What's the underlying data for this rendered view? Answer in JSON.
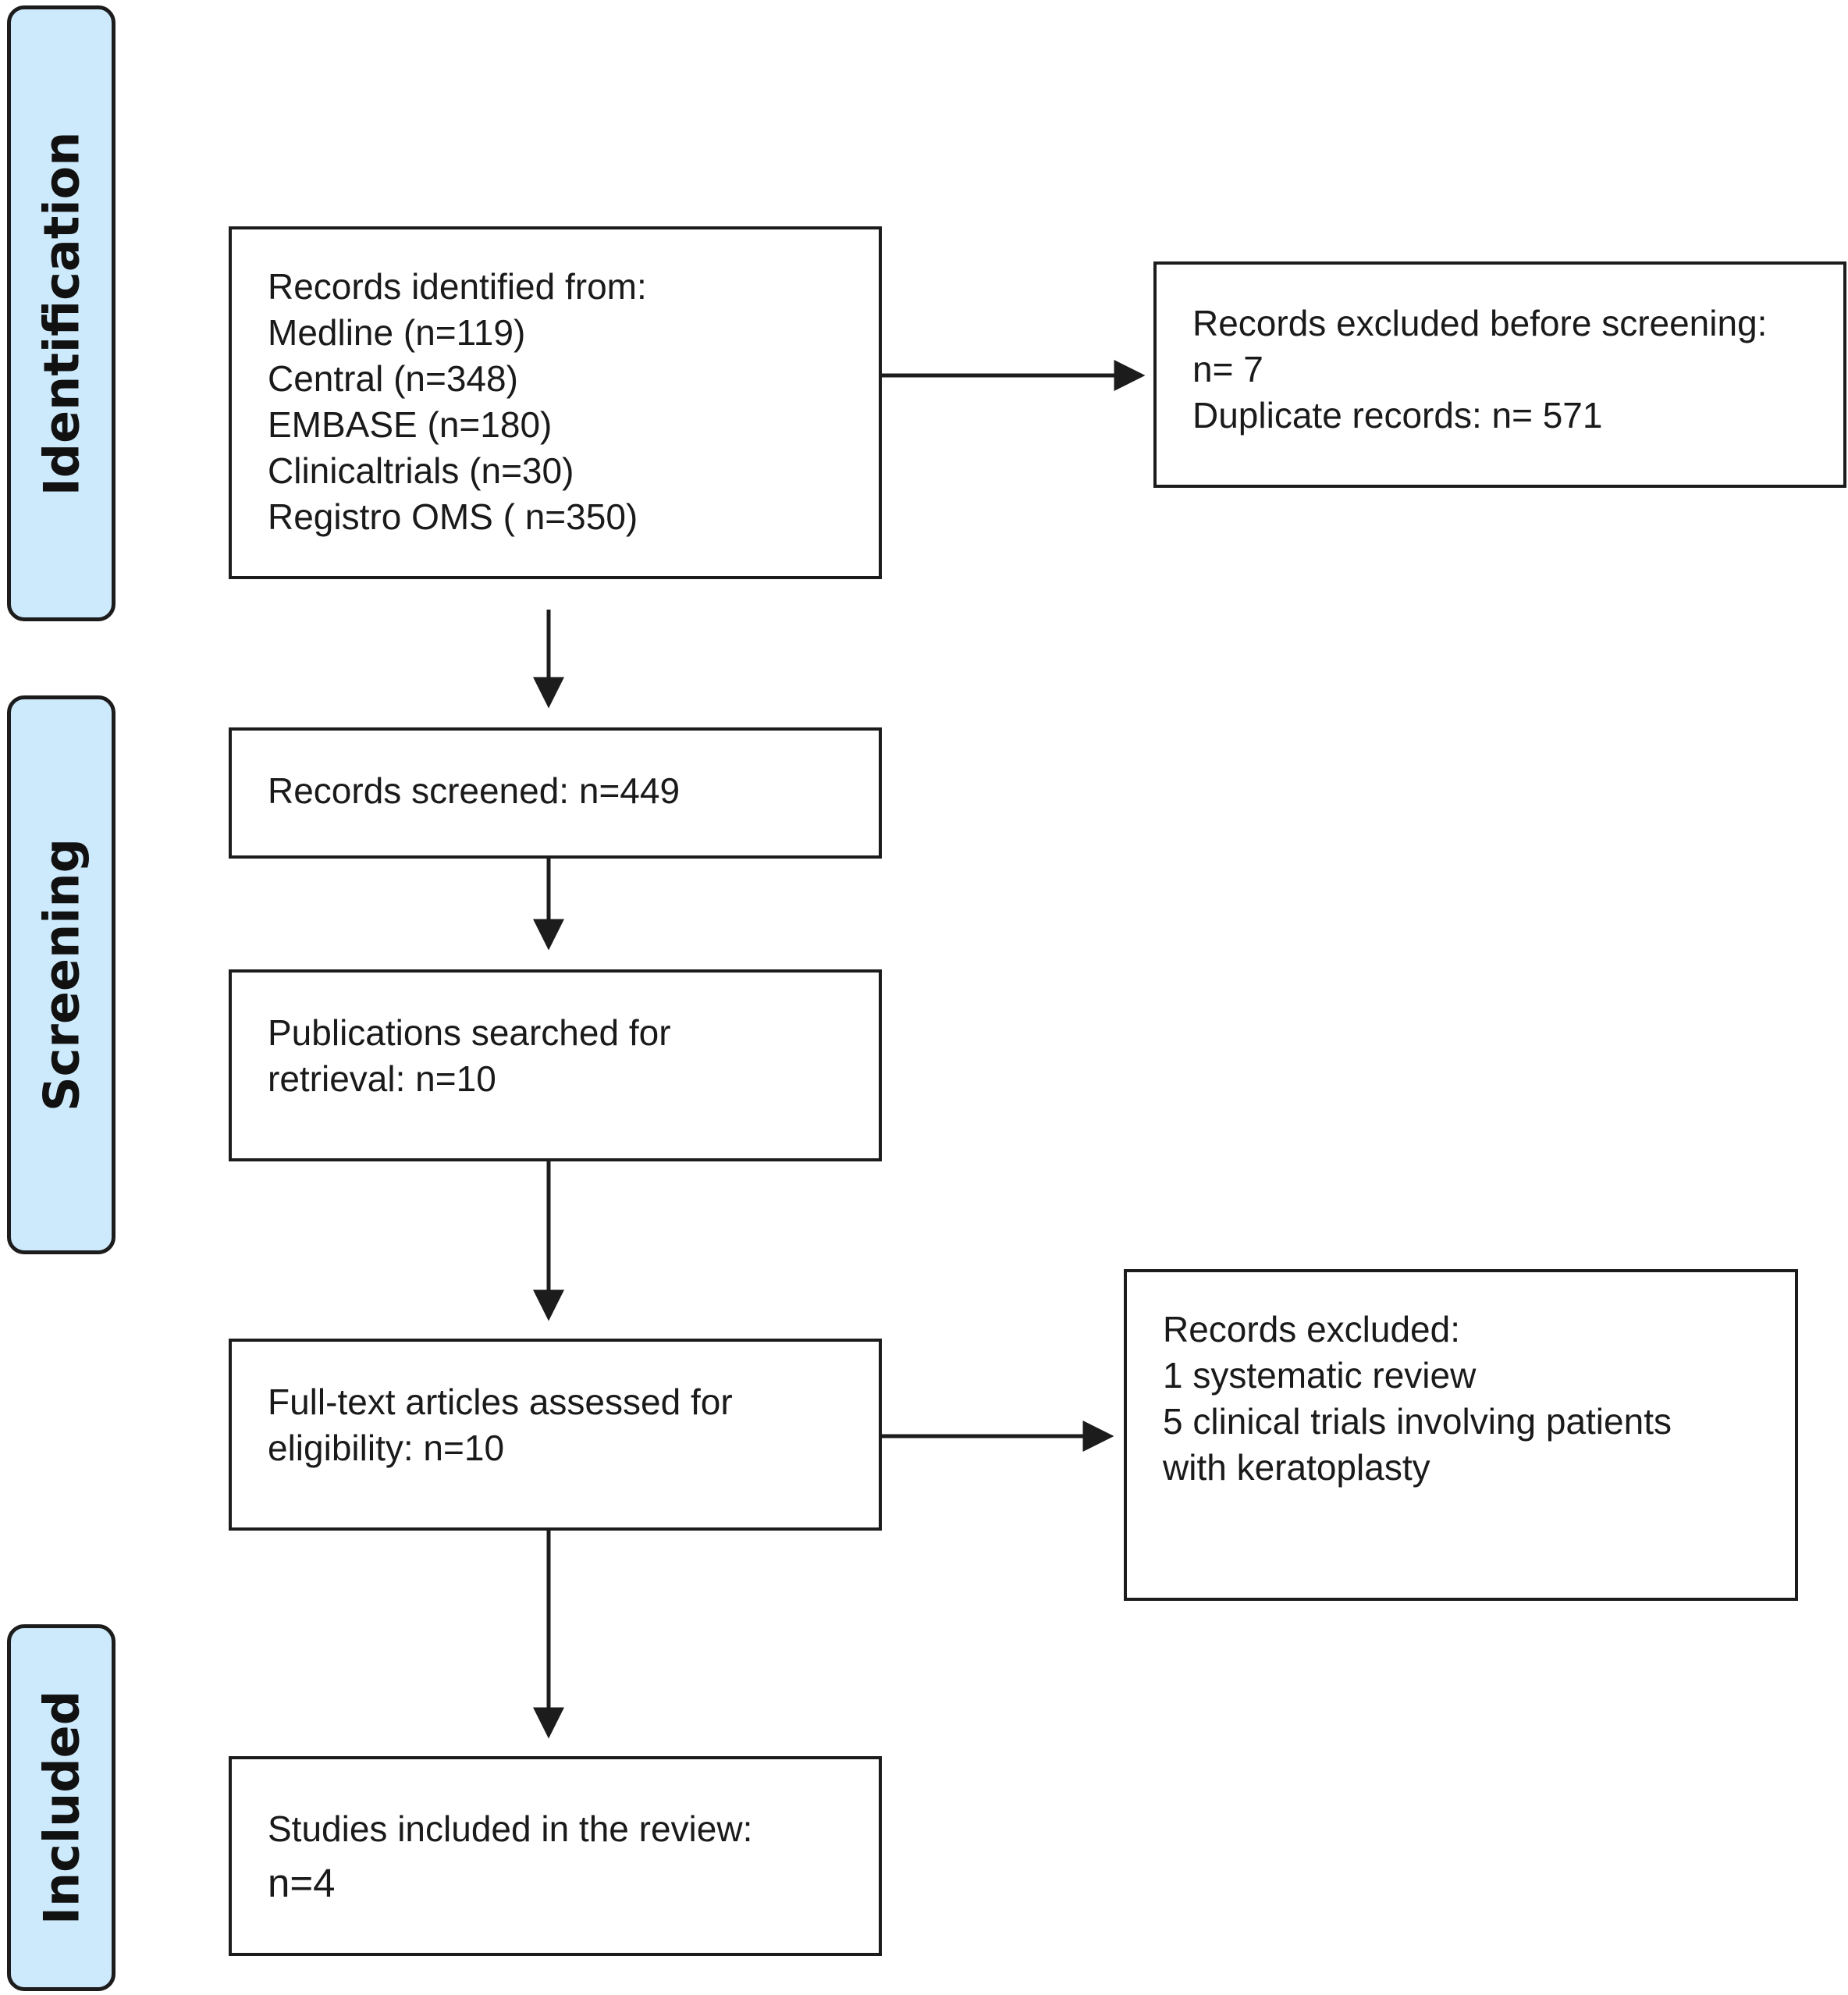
{
  "phases": {
    "identification": "Identification",
    "screening": "Screening",
    "included": "Included"
  },
  "boxes": {
    "identified": {
      "lines": [
        "Records identified from:",
        "Medline (n=119)",
        "Central (n=348)",
        "EMBASE (n=180)",
        "Clinicaltrials (n=30)",
        "Registro OMS ( n=350)"
      ]
    },
    "excluded_before": {
      "lines": [
        "Records excluded before screening:",
        "n= 7",
        "Duplicate records: n= 571"
      ]
    },
    "screened": {
      "lines": [
        "Records screened: n=449"
      ]
    },
    "retrieval": {
      "lines": [
        "Publications searched for",
        "retrieval: n=10"
      ]
    },
    "eligibility": {
      "lines": [
        "Full-text articles assessed for",
        "eligibility: n=10"
      ]
    },
    "excluded": {
      "lines": [
        "Records excluded:",
        "1 systematic review",
        "5 clinical trials involving patients",
        "with keratoplasty"
      ]
    },
    "included": {
      "lines": [
        "Studies included in the review:",
        "n=4"
      ]
    }
  },
  "colors": {
    "phase_fill": "#cdeafc",
    "stroke": "#1c1c1c"
  }
}
